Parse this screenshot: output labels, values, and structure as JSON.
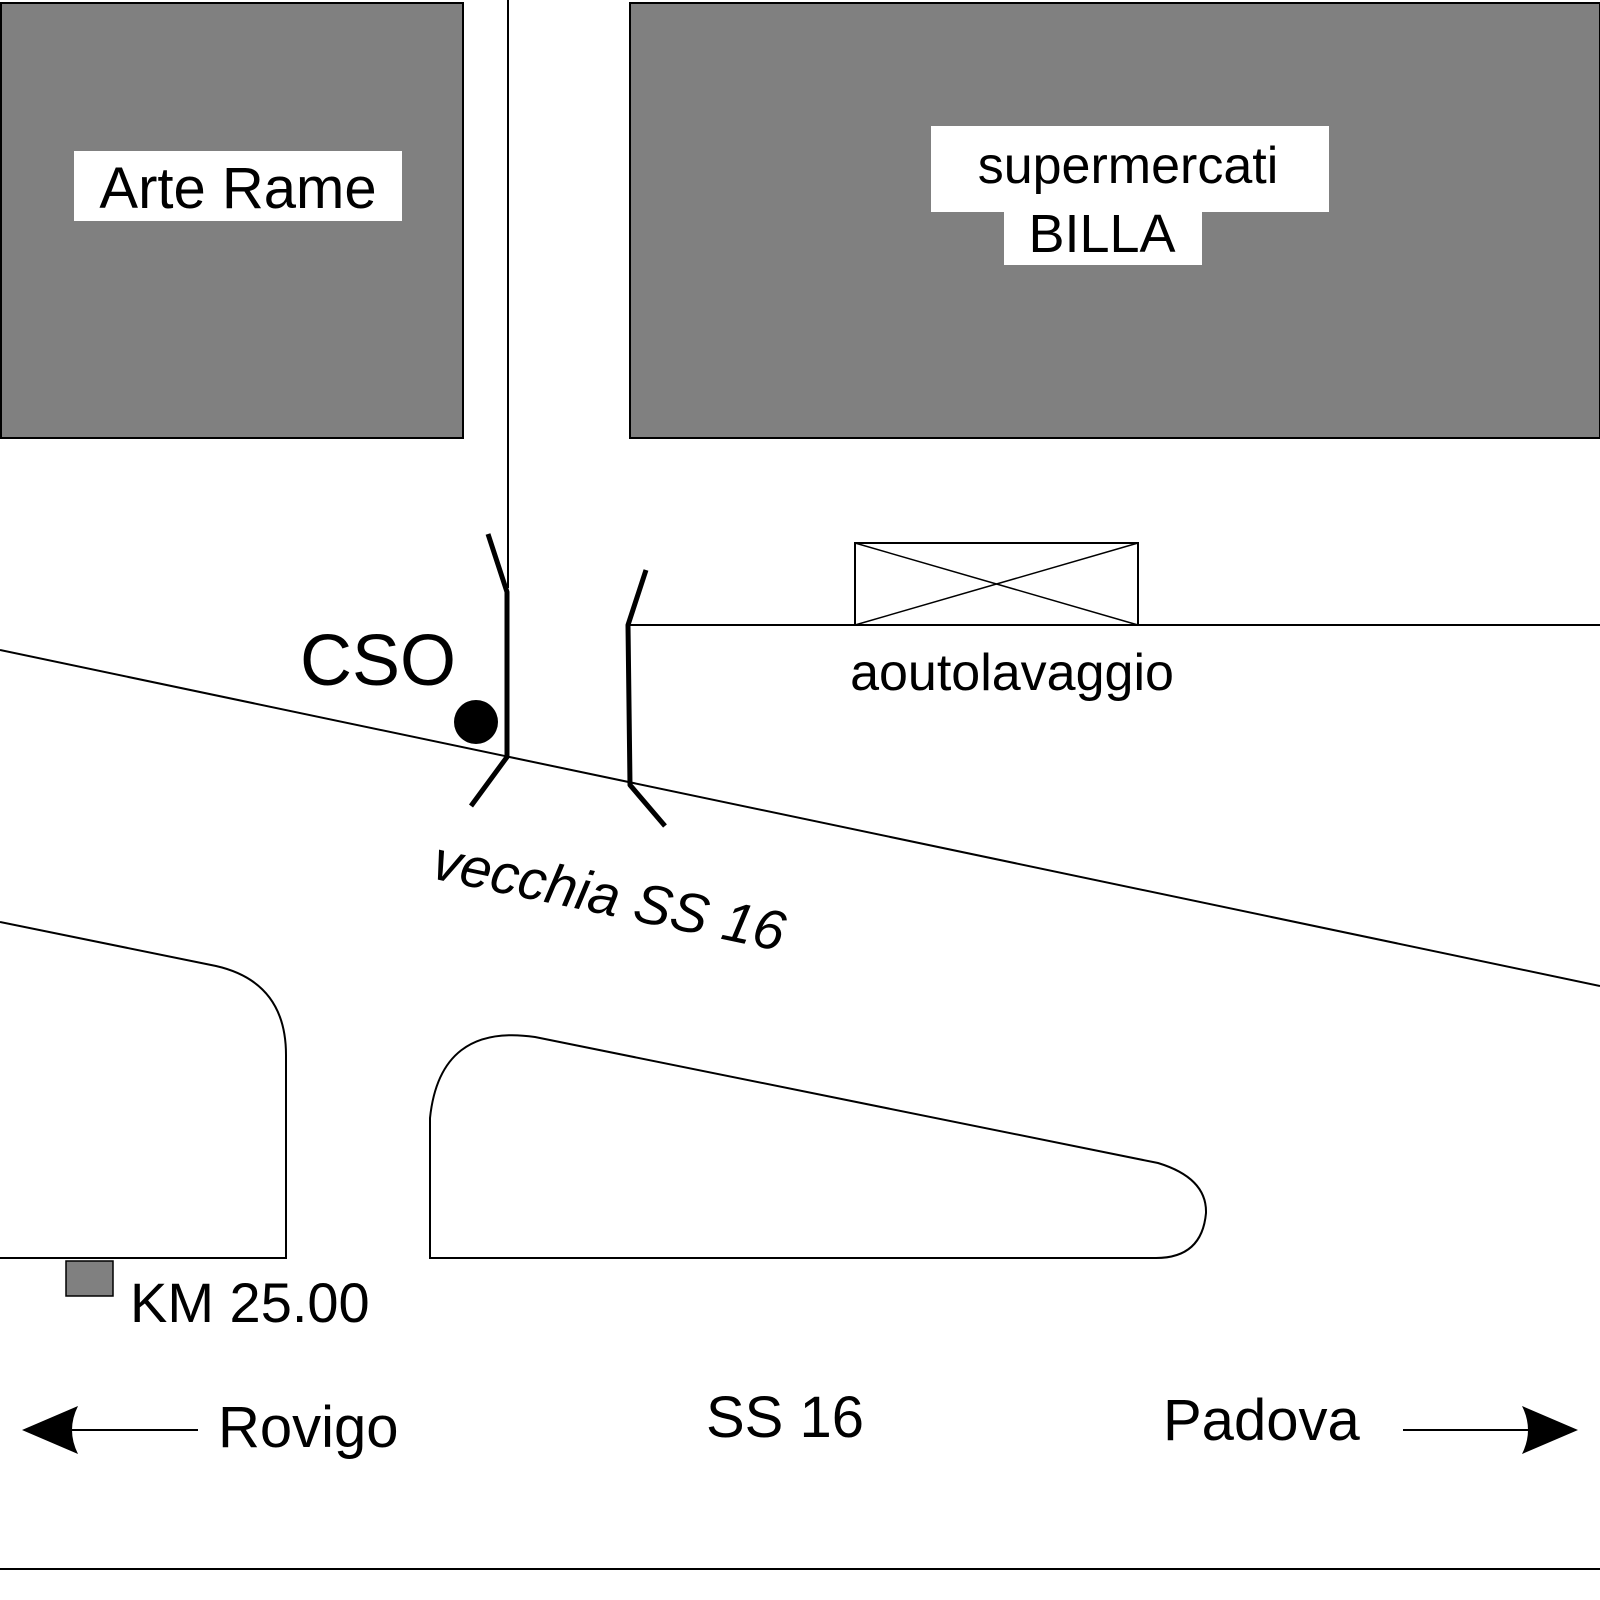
{
  "colors": {
    "background": "#ffffff",
    "building": "#808080",
    "line": "#000000",
    "label_background": "#ffffff"
  },
  "labels": {
    "arte_rame": "Arte Rame",
    "billa_line1": "supermercati",
    "billa_line2": "BILLA",
    "cso": "CSO",
    "car_wash": "aoutolavaggio",
    "old_road": "vecchia SS 16",
    "km_marker": "KM 25.00",
    "rovigo": "Rovigo",
    "main_road": "SS 16",
    "padova": "Padova"
  },
  "icons": {
    "cso_marker": "filled-circle",
    "km_marker": "gray-square",
    "car_wash": "crossed-box",
    "rovigo_arrow": "arrow-left",
    "padova_arrow": "arrow-right"
  }
}
